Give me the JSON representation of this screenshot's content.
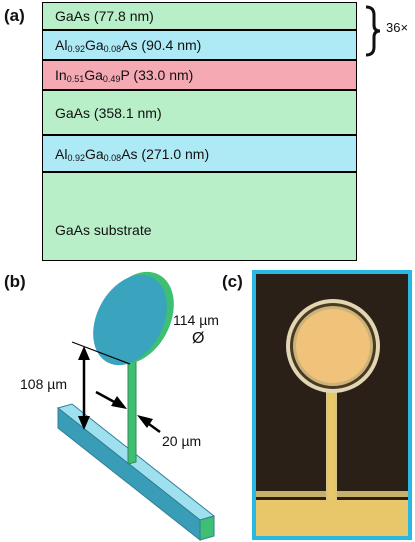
{
  "panel_a": {
    "label": "(a)",
    "layers": [
      {
        "prefix": "GaAs (77.8 nm)",
        "color": "#b9efc8"
      },
      {
        "prefix": "Al",
        "sub1": "0.92",
        "mid": "Ga",
        "sub2": "0.08",
        "suffix": "As (90.4 nm)",
        "color": "#aeeaf5"
      },
      {
        "prefix": "In",
        "sub1": "0.51",
        "mid": "Ga",
        "sub2": "0.49",
        "suffix": "P (33.0 nm)",
        "color": "#f5a9b3"
      },
      {
        "prefix": "GaAs (358.1 nm)",
        "color": "#b9efc8"
      },
      {
        "prefix": "Al",
        "sub1": "0.92",
        "mid": "Ga",
        "sub2": "0.08",
        "suffix": "As (271.0 nm)",
        "color": "#aeeaf5"
      },
      {
        "prefix": "GaAs substrate",
        "color": "#b9efc8"
      }
    ],
    "repeat_label": "36×"
  },
  "panel_b": {
    "label": "(b)",
    "diameter_value": "114 µm",
    "diameter_symbol": "Ø",
    "height_label": "108 µm",
    "width_label": "20 µm",
    "colors": {
      "pad_face": "#3aa3bd",
      "pad_edge": "#3fbf73",
      "bar_face": "#3a9db8",
      "bar_top": "#9fe0ef"
    }
  },
  "panel_c": {
    "label": "(c)",
    "frame_color": "#2bb8e0",
    "background_color": "#2a2017",
    "metal_color": "#e8c76a"
  }
}
